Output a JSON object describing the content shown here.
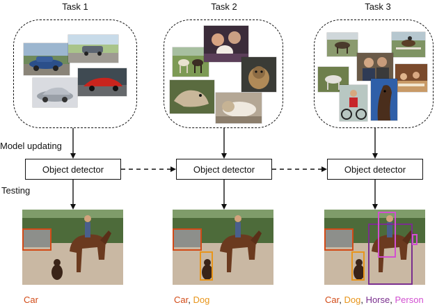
{
  "tasks": [
    {
      "title": "Task 1",
      "legend": [
        {
          "text": "Car",
          "sep": "",
          "color": "#d24a16"
        }
      ]
    },
    {
      "title": "Task 2",
      "legend": [
        {
          "text": "Car",
          "sep": ", ",
          "color": "#d24a16"
        },
        {
          "text": "Dog",
          "sep": "",
          "color": "#e8951a"
        }
      ]
    },
    {
      "title": "Task 3",
      "legend": [
        {
          "text": "Car",
          "sep": ", ",
          "color": "#d24a16"
        },
        {
          "text": "Dog",
          "sep": ", ",
          "color": "#e8951a"
        },
        {
          "text": "Horse",
          "sep": ", ",
          "color": "#7a2e8e"
        },
        {
          "text": "Person",
          "sep": "",
          "color": "#d24fd1"
        }
      ]
    }
  ],
  "labels": {
    "model_updating": "Model updating",
    "testing": "Testing",
    "detector": "Object detector"
  },
  "colors": {
    "car": "#d24a16",
    "dog": "#e8951a",
    "horse": "#7a2e8e",
    "person": "#d24fd1"
  }
}
